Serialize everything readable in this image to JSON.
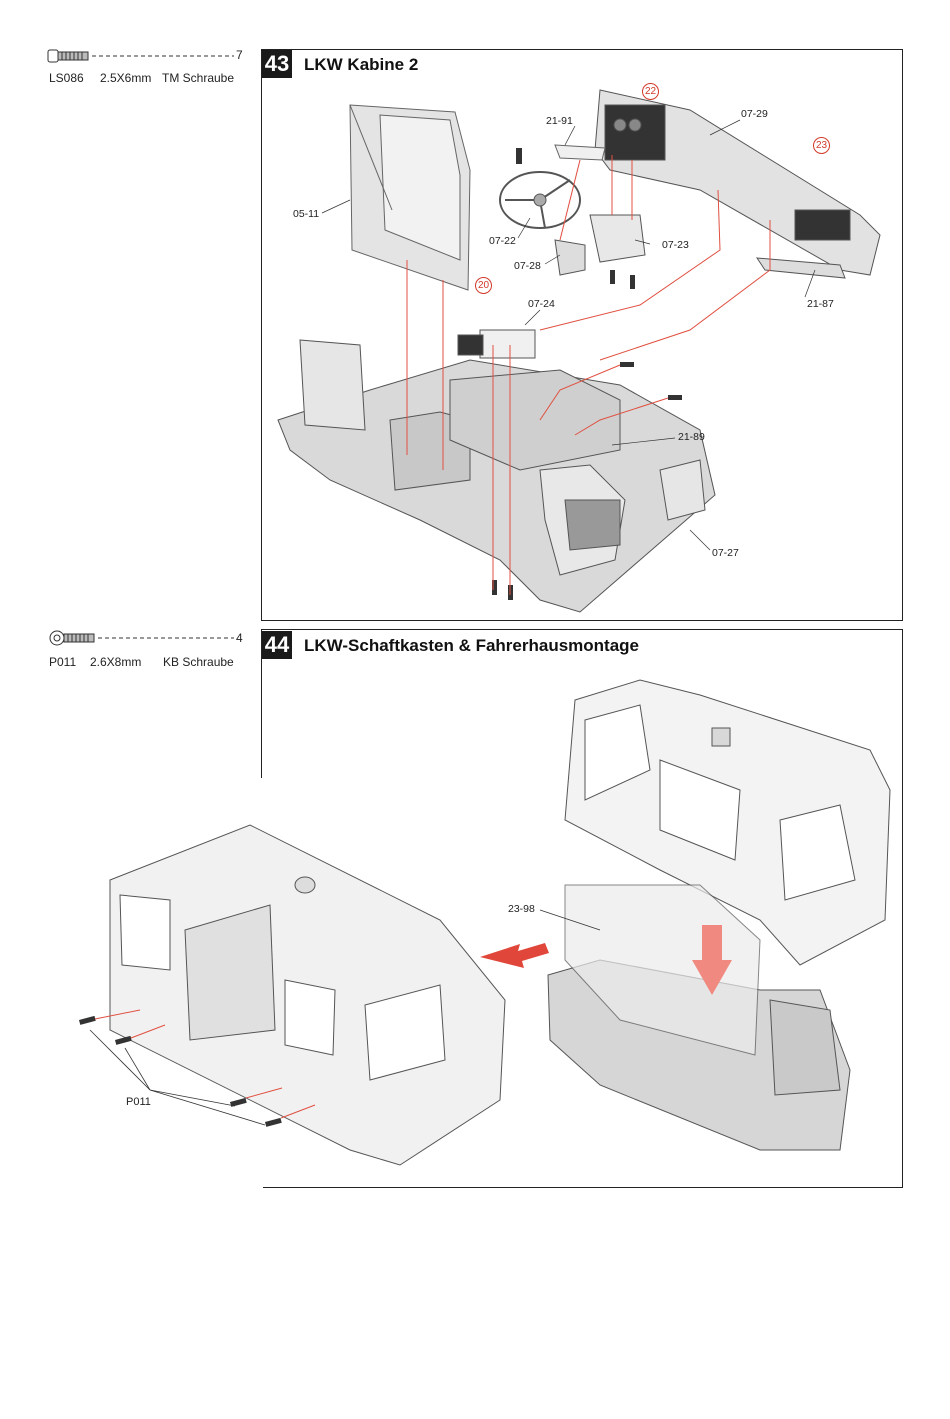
{
  "hardware": [
    {
      "code": "LS086",
      "size": "2.5X6mm",
      "type": "TM Schraube",
      "qty": "7"
    },
    {
      "code": "P011",
      "size": "2.6X8mm",
      "type": "KB Schraube",
      "qty": "4"
    }
  ],
  "steps": [
    {
      "number": "43",
      "title": "LKW Kabine 2",
      "part_labels": [
        "05-11",
        "21-91",
        "07-29",
        "07-22",
        "07-28",
        "07-23",
        "07-24",
        "21-87",
        "21-89",
        "07-27"
      ],
      "callouts": [
        "22",
        "23",
        "20"
      ]
    },
    {
      "number": "44",
      "title": "LKW-Schaftkasten & Fahrerhausmontage",
      "part_labels": [
        "23-98",
        "P011"
      ]
    }
  ]
}
